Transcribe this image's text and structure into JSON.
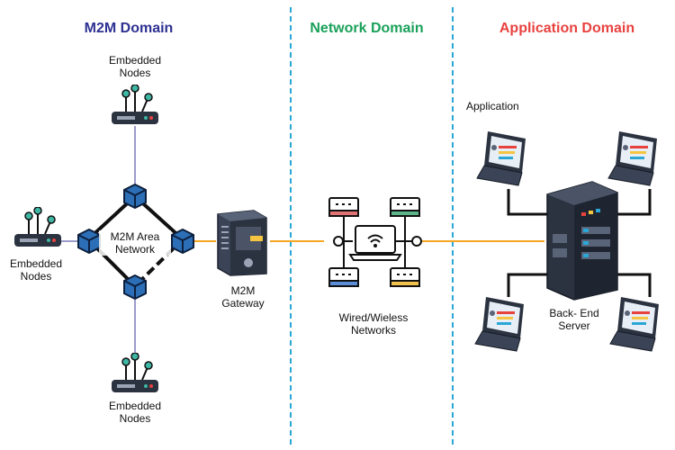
{
  "domains": {
    "m2m": {
      "title": "M2M Domain",
      "color": "#2e3192"
    },
    "network": {
      "title": "Network Domain",
      "color": "#1aa15a"
    },
    "application": {
      "title": "Application Domain",
      "color": "#e8423f"
    }
  },
  "m2m": {
    "top_node_label": "Embedded\nNodes",
    "left_node_label": "Embedded\nNodes",
    "bottom_node_label": "Embedded\nNodes",
    "area_network_label": "M2M Area\nNetwork",
    "gateway_label": "M2M\nGateway"
  },
  "network": {
    "label": "Wired/Wieless\nNetworks"
  },
  "application": {
    "app_label": "Application",
    "server_label": "Back- End\nServer"
  },
  "colors": {
    "connection_line": "#f5a623",
    "node_line": "#3a3a9a",
    "divider": "#2aa7d6",
    "device_dark": "#2b3240",
    "cube_blue": "#2c6fb7"
  }
}
